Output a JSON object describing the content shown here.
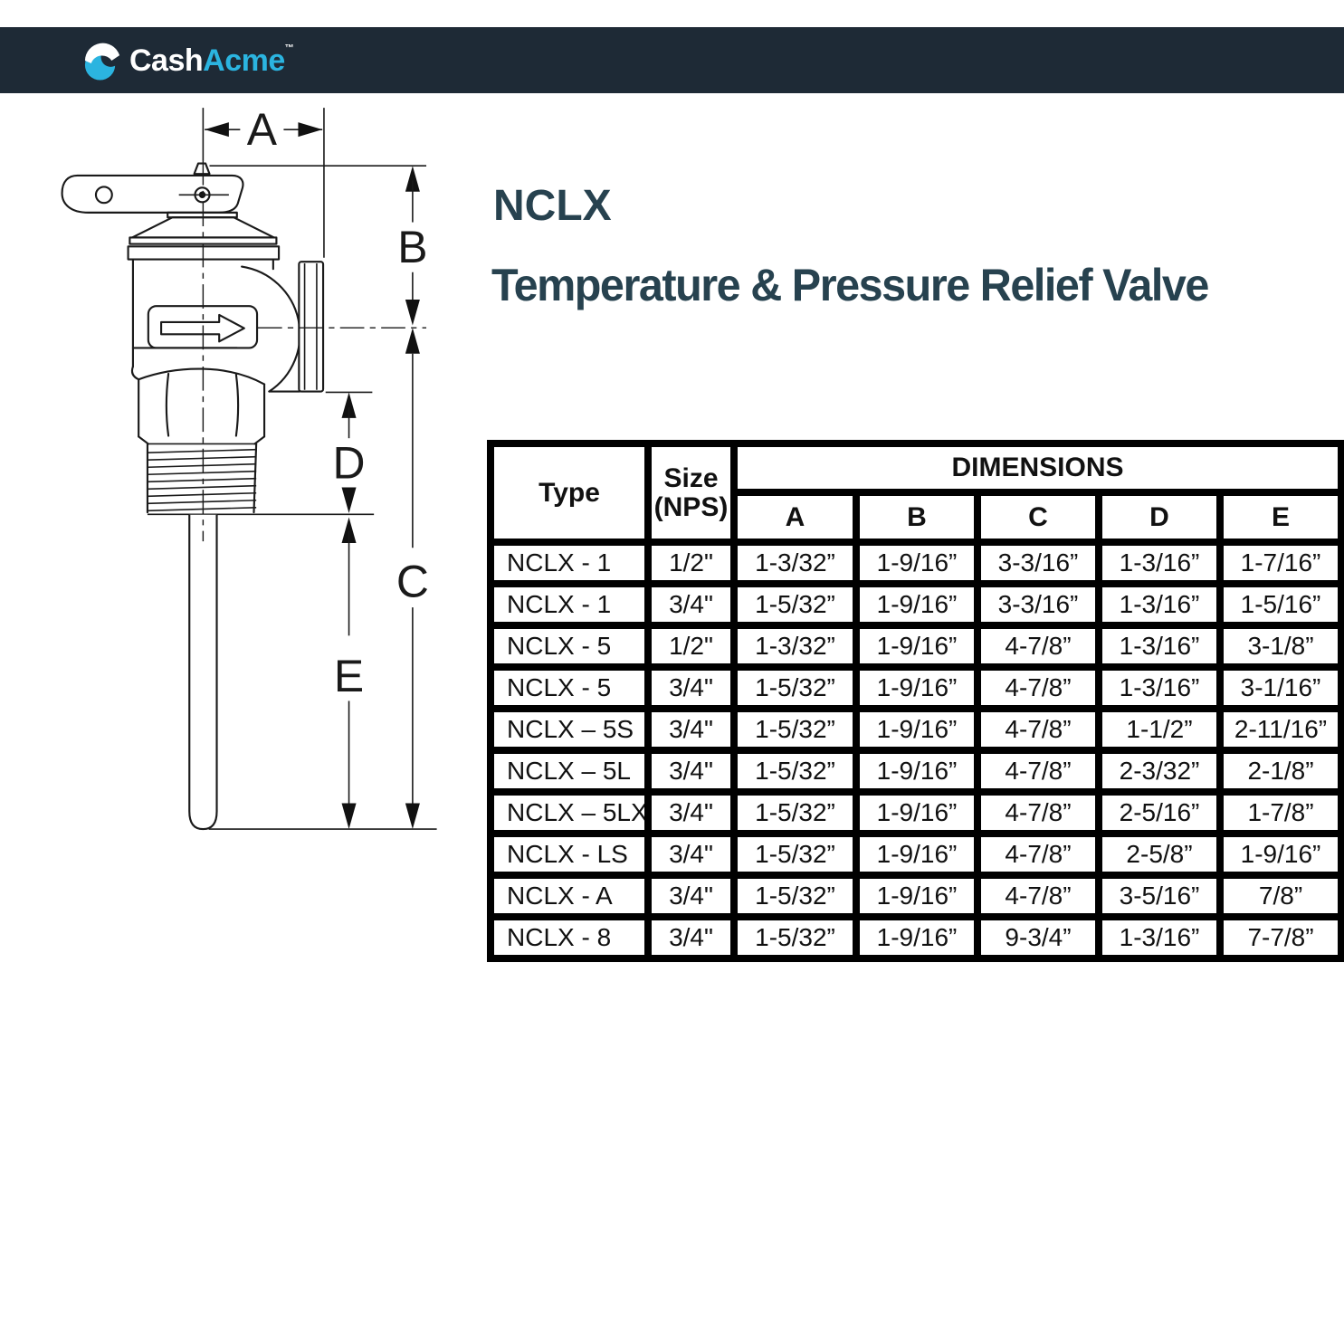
{
  "header": {
    "background": "#1e2a36",
    "logo": {
      "icon": "wave-swirl-icon",
      "brand_part1": "Cash",
      "brand_part2": "Acme",
      "tm": "™",
      "accent_color": "#2bb4e0"
    }
  },
  "product": {
    "model": "NCLX",
    "title": "Temperature & Pressure Relief Valve",
    "title_color": "#27424f"
  },
  "diagram": {
    "description": "Line drawing of temperature and pressure relief valve with dimension callouts",
    "dimension_labels": [
      "A",
      "B",
      "C",
      "D",
      "E"
    ]
  },
  "table": {
    "headers": {
      "type": "Type",
      "size_line1": "Size",
      "size_line2": "(NPS)",
      "dimensions": "DIMENSIONS",
      "dim_cols": [
        "A",
        "B",
        "C",
        "D",
        "E"
      ]
    },
    "rows": [
      [
        "NCLX - 1",
        "1/2\"",
        "1-3/32”",
        "1-9/16”",
        "3-3/16”",
        "1-3/16”",
        "1-7/16”"
      ],
      [
        "NCLX - 1",
        "3/4\"",
        "1-5/32”",
        "1-9/16”",
        "3-3/16”",
        "1-3/16”",
        "1-5/16”"
      ],
      [
        "NCLX - 5",
        "1/2\"",
        "1-3/32”",
        "1-9/16”",
        "4-7/8”",
        "1-3/16”",
        "3-1/8”"
      ],
      [
        "NCLX - 5",
        "3/4\"",
        "1-5/32”",
        "1-9/16”",
        "4-7/8”",
        "1-3/16”",
        "3-1/16”"
      ],
      [
        "NCLX – 5S",
        "3/4\"",
        "1-5/32”",
        "1-9/16”",
        "4-7/8”",
        "1-1/2”",
        "2-11/16”"
      ],
      [
        "NCLX – 5L",
        "3/4\"",
        "1-5/32”",
        "1-9/16”",
        "4-7/8”",
        "2-3/32”",
        "2-1/8”"
      ],
      [
        "NCLX – 5LX",
        "3/4\"",
        "1-5/32”",
        "1-9/16”",
        "4-7/8”",
        "2-5/16”",
        "1-7/8”"
      ],
      [
        "NCLX - LS",
        "3/4\"",
        "1-5/32”",
        "1-9/16”",
        "4-7/8”",
        "2-5/8”",
        "1-9/16”"
      ],
      [
        "NCLX - A",
        "3/4\"",
        "1-5/32”",
        "1-9/16”",
        "4-7/8”",
        "3-5/16”",
        "7/8”"
      ],
      [
        "NCLX - 8",
        "3/4\"",
        "1-5/32”",
        "1-9/16”",
        "9-3/4”",
        "1-3/16”",
        "7-7/8”"
      ]
    ]
  }
}
